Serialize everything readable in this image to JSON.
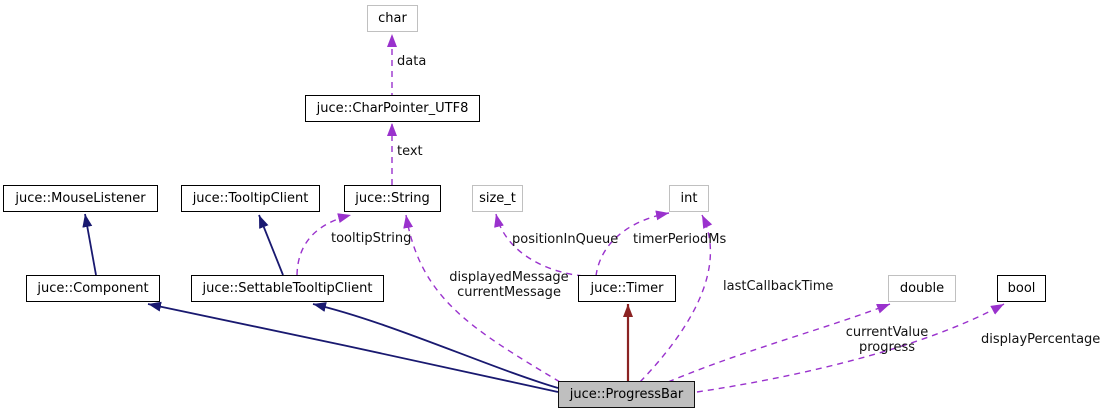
{
  "diagram": {
    "title": "juce::ProgressBar collaboration graph",
    "nodes": {
      "char": {
        "label": "char"
      },
      "char_pointer_utf8": {
        "label": "juce::CharPointer_UTF8"
      },
      "mouse_listener": {
        "label": "juce::MouseListener"
      },
      "tooltip_client": {
        "label": "juce::TooltipClient"
      },
      "string": {
        "label": "juce::String"
      },
      "size_t": {
        "label": "size_t"
      },
      "int": {
        "label": "int"
      },
      "component": {
        "label": "juce::Component"
      },
      "settable_tooltip_client": {
        "label": "juce::SettableTooltipClient"
      },
      "timer": {
        "label": "juce::Timer"
      },
      "double": {
        "label": "double"
      },
      "bool": {
        "label": "bool"
      },
      "progress_bar": {
        "label": "juce::ProgressBar"
      }
    },
    "edge_labels": {
      "data": "data",
      "text": "text",
      "tooltip_string": "tooltipString",
      "position_in_queue": "positionInQueue",
      "timer_period_ms": "timerPeriodMs",
      "displayed_message": "displayedMessage\ncurrentMessage",
      "last_callback_time": "lastCallbackTime",
      "current_value": "currentValue\nprogress",
      "display_percentage": "displayPercentage"
    },
    "colors": {
      "usage_edge": "#9a32cd",
      "public_inheritance_edge": "#191970",
      "private_inheritance_edge": "#8b2323",
      "node_fill": "#ffffff",
      "current_node_fill": "#bfbfbf",
      "documented_border": "#000000",
      "undocumented_border": "#c0c0c0"
    }
  }
}
